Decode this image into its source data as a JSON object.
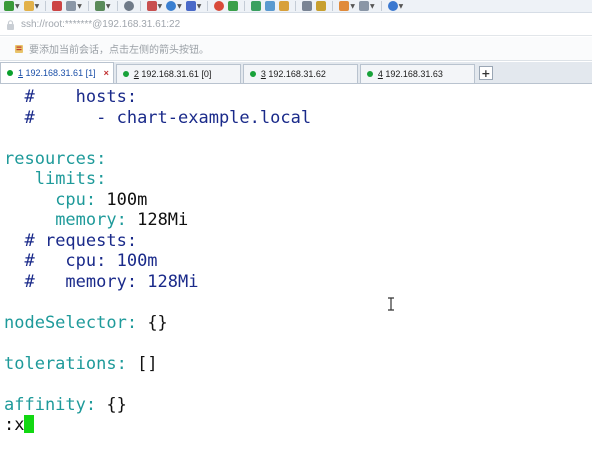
{
  "address": {
    "text": "ssh://root:*******@192.168.31.61:22"
  },
  "hint": {
    "text": "要添加当前会话，点击左侧的箭头按钮。"
  },
  "tabs": [
    {
      "num": "1",
      "rest": " 192.168.31.61 [1]",
      "active": true,
      "closable": true
    },
    {
      "num": "2",
      "rest": " 192.168.31.61 [0]",
      "active": false
    },
    {
      "num": "3",
      "rest": " 192.168.31.62",
      "active": false
    },
    {
      "num": "4",
      "rest": " 192.168.31.63",
      "active": false
    }
  ],
  "tab_close_glyph": "×",
  "tab_add_glyph": "+",
  "toolbar_icons": [
    "new-session-icon",
    "folder-icon",
    "reconnect-icon",
    "properties-icon",
    "search-icon",
    "transfer-icon",
    "globe-icon",
    "font-icon",
    "color-icon",
    "script-icon",
    "tunnel-icon",
    "fullscreen-icon",
    "lock-icon",
    "keyboard-icon",
    "compose-icon",
    "layout-icon",
    "window-icon",
    "help-icon"
  ],
  "colors": {
    "key": "#1e9a9a",
    "comment": "#1a2a8a",
    "cursor": "#12d812",
    "active_tab_text": "#1a4fa8",
    "status_dot": "#18a23a"
  },
  "terminal": {
    "lines": [
      {
        "indent": "  ",
        "comment": "#    hosts:"
      },
      {
        "indent": "  ",
        "comment": "#      - chart-example.local"
      },
      {
        "blank": true
      },
      {
        "indent": "",
        "key": "resources",
        "sep": ":",
        "value": ""
      },
      {
        "indent": "   ",
        "key": "limits",
        "sep": ":",
        "value": ""
      },
      {
        "indent": "     ",
        "key": "cpu",
        "sep": ":",
        "value": " 100m"
      },
      {
        "indent": "     ",
        "key": "memory",
        "sep": ":",
        "value": " 128Mi"
      },
      {
        "indent": "  ",
        "comment": "# requests:"
      },
      {
        "indent": "  ",
        "comment": "#   cpu: 100m"
      },
      {
        "indent": "  ",
        "comment": "#   memory: 128Mi"
      },
      {
        "blank": true
      },
      {
        "indent": "",
        "key": "nodeSelector",
        "sep": ":",
        "value": " {}"
      },
      {
        "blank": true
      },
      {
        "indent": "",
        "key": "tolerations",
        "sep": ":",
        "value": " []"
      },
      {
        "blank": true
      },
      {
        "indent": "",
        "key": "affinity",
        "sep": ":",
        "value": " {}"
      }
    ],
    "command": ":x"
  }
}
